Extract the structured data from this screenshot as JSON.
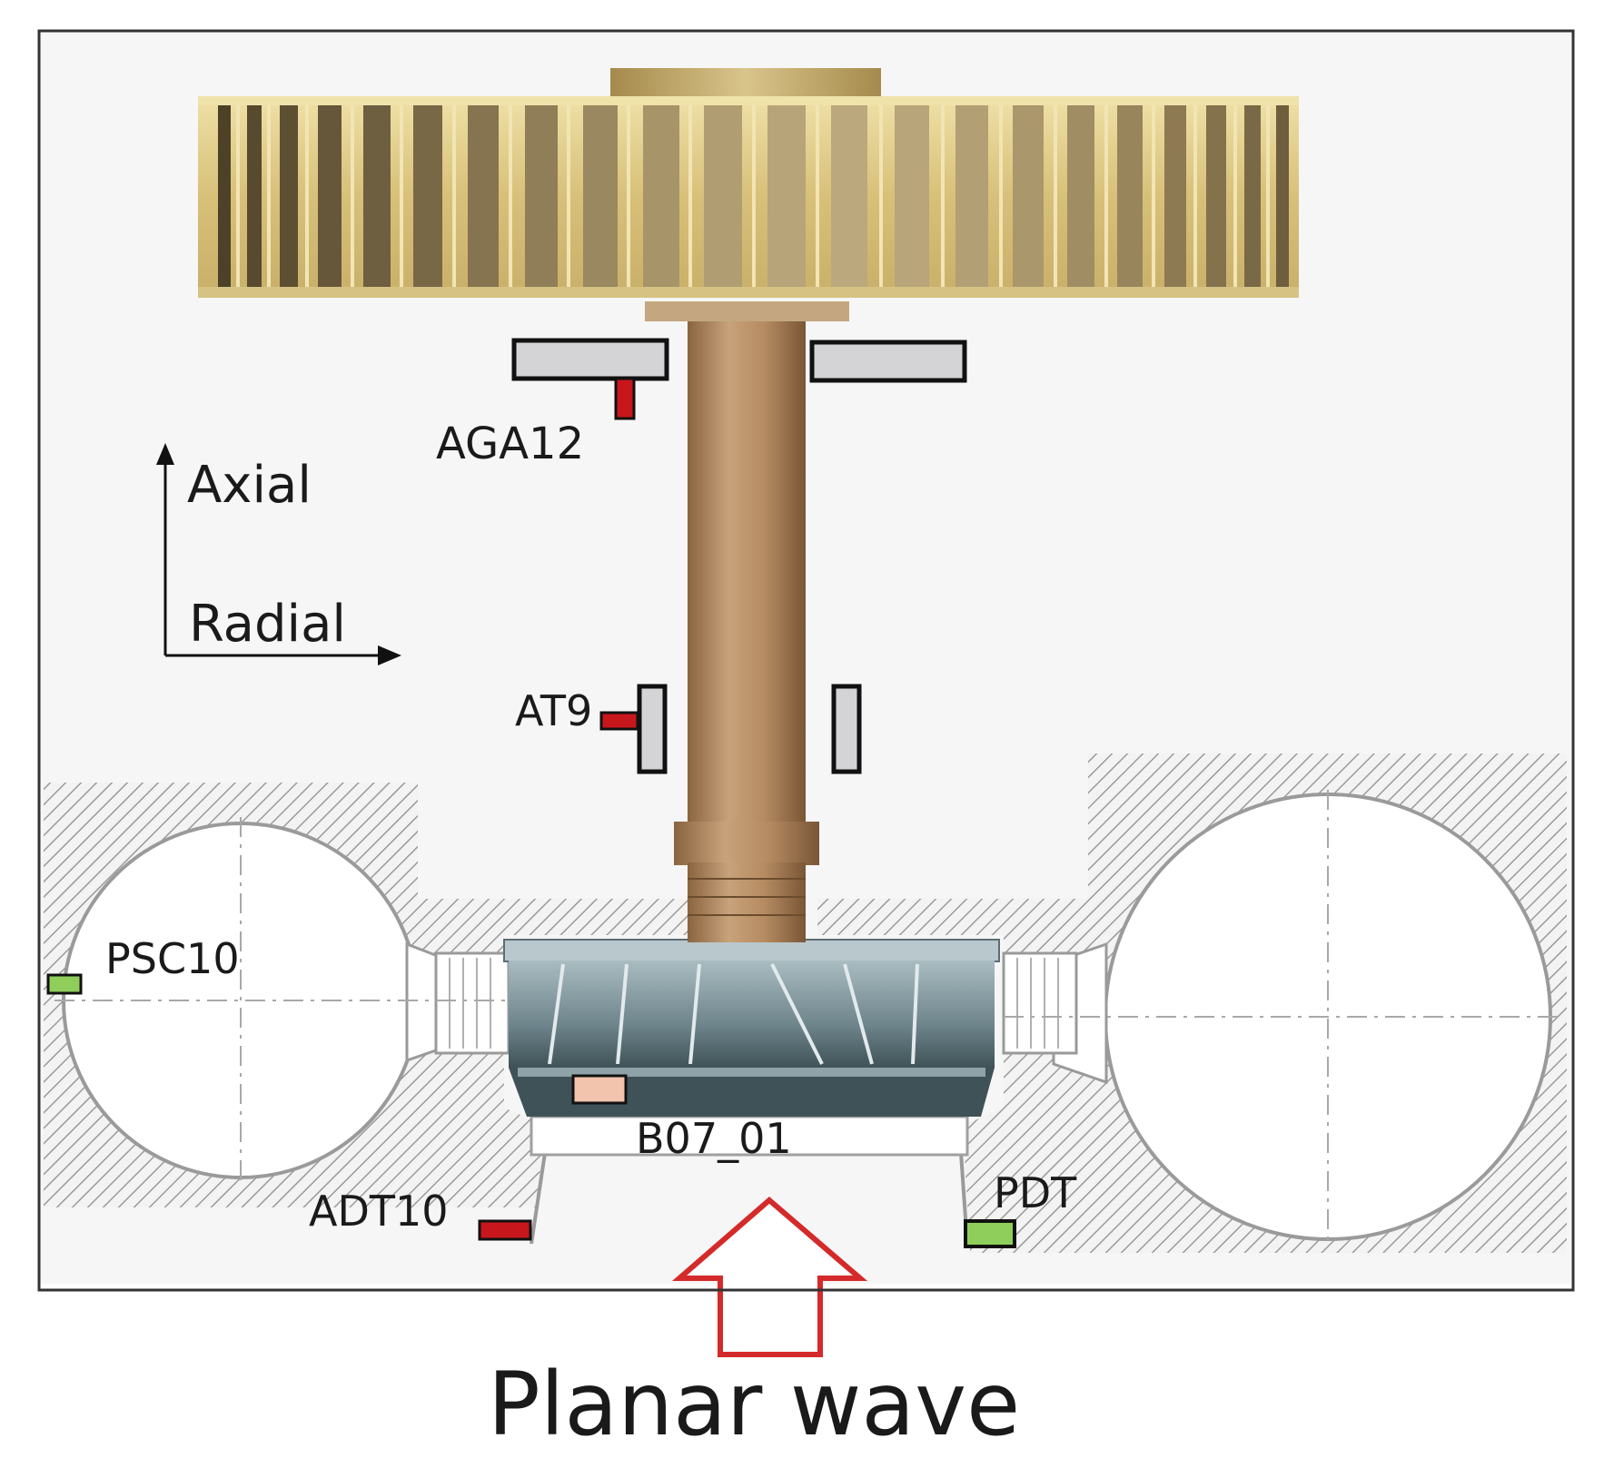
{
  "labels": {
    "axial": "Axial",
    "radial": "Radial",
    "aga12": "AGA12",
    "at9": "AT9",
    "psc10": "PSC10",
    "b07_01": "B07_01",
    "adt10": "ADT10",
    "pdt": "PDT",
    "planar_wave": "Planar wave"
  },
  "colors": {
    "sensor_red": "#c8161d",
    "sensor_green": "#8fce5a",
    "sensor_peach": "#f2c4ae",
    "bearing_gray": "#d4d4d6",
    "generator_gold": "#d8c27c",
    "shaft_bronze": "#b0875e",
    "runner_teal": "#7d9298",
    "hatch_gray": "#9a9a9a",
    "arrow_red": "#d42a2a"
  }
}
